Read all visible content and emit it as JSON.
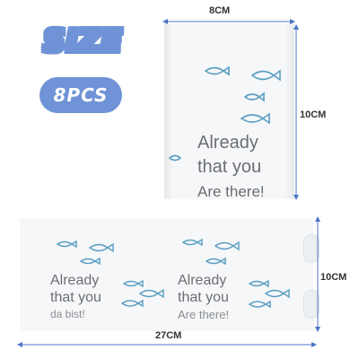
{
  "heading": {
    "title": "SIZE",
    "count": "8PCS"
  },
  "top_wrap": {
    "lines": [
      "Already",
      "that you",
      "Are there!"
    ],
    "width_label": "8CM",
    "height_label": "10CM"
  },
  "bottom_wrap": {
    "left_lines": [
      "Already",
      "that you",
      "da bist!"
    ],
    "right_lines": [
      "Already",
      "that you",
      "Are there!"
    ],
    "width_label": "27CM",
    "height_label": "10CM"
  },
  "colors": {
    "accent": "#6f93d6",
    "dimension_line": "#4c73c7",
    "fish": "#5a9ec2",
    "text": "#6b6e72"
  }
}
